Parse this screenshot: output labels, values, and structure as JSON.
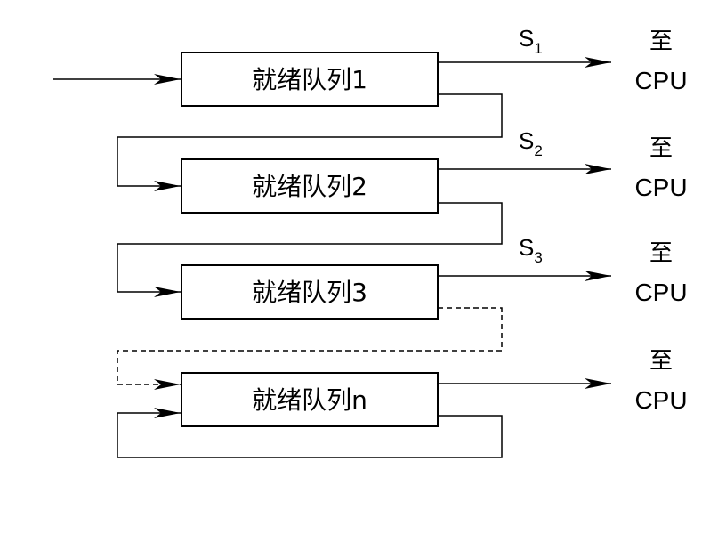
{
  "queues": [
    {
      "label": "就绪队列1",
      "slice": "1"
    },
    {
      "label": "就绪队列2",
      "slice": "2"
    },
    {
      "label": "就绪队列3",
      "slice": "3"
    },
    {
      "label": "就绪队列n",
      "slice": ""
    }
  ],
  "slice_symbol": "S",
  "dest": {
    "line1": "至",
    "line2": "CPU"
  }
}
